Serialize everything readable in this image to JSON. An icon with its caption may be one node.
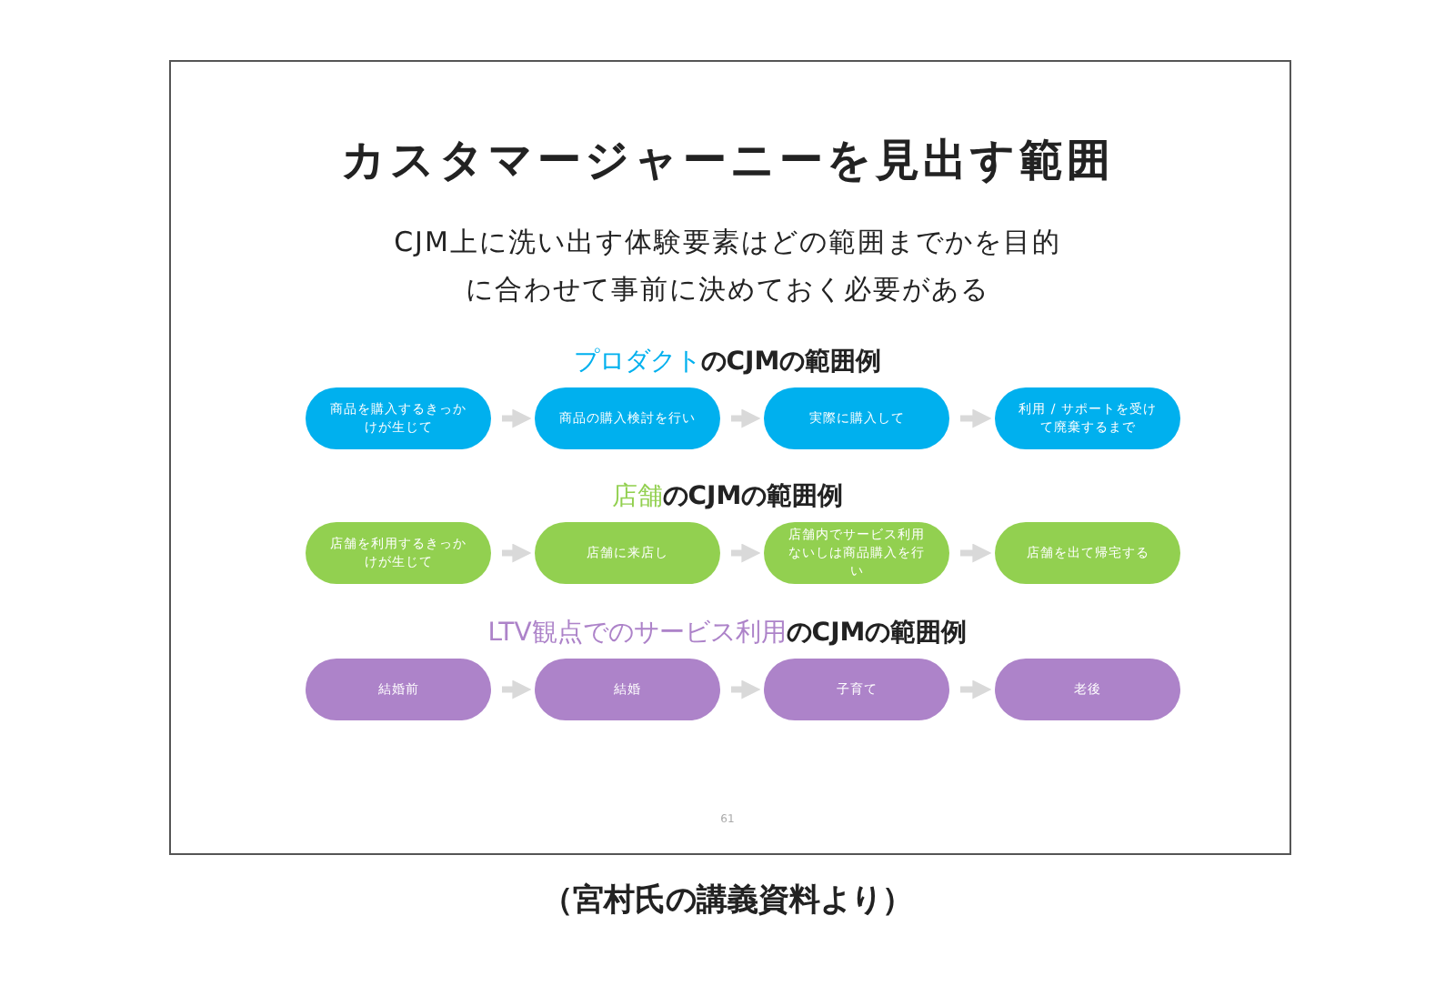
{
  "diagram": {
    "title": "カスタマージャーニーを見出す範囲",
    "caption": "（宮村氏の講義資料より）",
    "nodes": [
      {
        "text": [
          "商品を購入するきっかけが生じて"
        ]
      },
      {
        "text": [
          "商品の購入検討を行い"
        ]
      },
      {
        "text": [
          "実際に購入して"
        ]
      },
      {
        "text": [
          "利用 / サポートを受けて廃棄するまで"
        ]
      },
      {
        "text": [
          "店舗を利用するきっかけが生じて"
        ]
      },
      {
        "text": [
          "店舗に来店し"
        ]
      },
      {
        "text": [
          "店舗内でサービス利用ないしは商品購入を行い"
        ]
      },
      {
        "text": [
          "店舗を出て帰宅する"
        ]
      },
      {
        "text": [
          "結婚前"
        ]
      },
      {
        "text": [
          "結婚"
        ]
      },
      {
        "text": [
          "子育て"
        ]
      },
      {
        "text": [
          "老後"
        ]
      }
    ],
    "edges": [
      {
        "from": 0,
        "to": 1,
        "arrow": "to"
      },
      {
        "from": 1,
        "to": 2,
        "arrow": "to"
      },
      {
        "from": 2,
        "to": 3,
        "arrow": "to"
      },
      {
        "from": 4,
        "to": 5,
        "arrow": "to"
      },
      {
        "from": 5,
        "to": 6,
        "arrow": "to"
      },
      {
        "from": 6,
        "to": 7,
        "arrow": "to"
      },
      {
        "from": 8,
        "to": 9,
        "arrow": "to"
      },
      {
        "from": 9,
        "to": 10,
        "arrow": "to"
      },
      {
        "from": 10,
        "to": 11,
        "arrow": "to"
      }
    ],
    "labels": [
      "CJM上に洗い出す体験要素はどの範囲までかを目的に合わせて事前に決めておく必要がある",
      "**プロダクト**のCJMの範囲例",
      "**店舗**のCJMの範囲例",
      "**LTV観点でのサービス利用**のCJMの範囲例",
      "61"
    ]
  }
}
